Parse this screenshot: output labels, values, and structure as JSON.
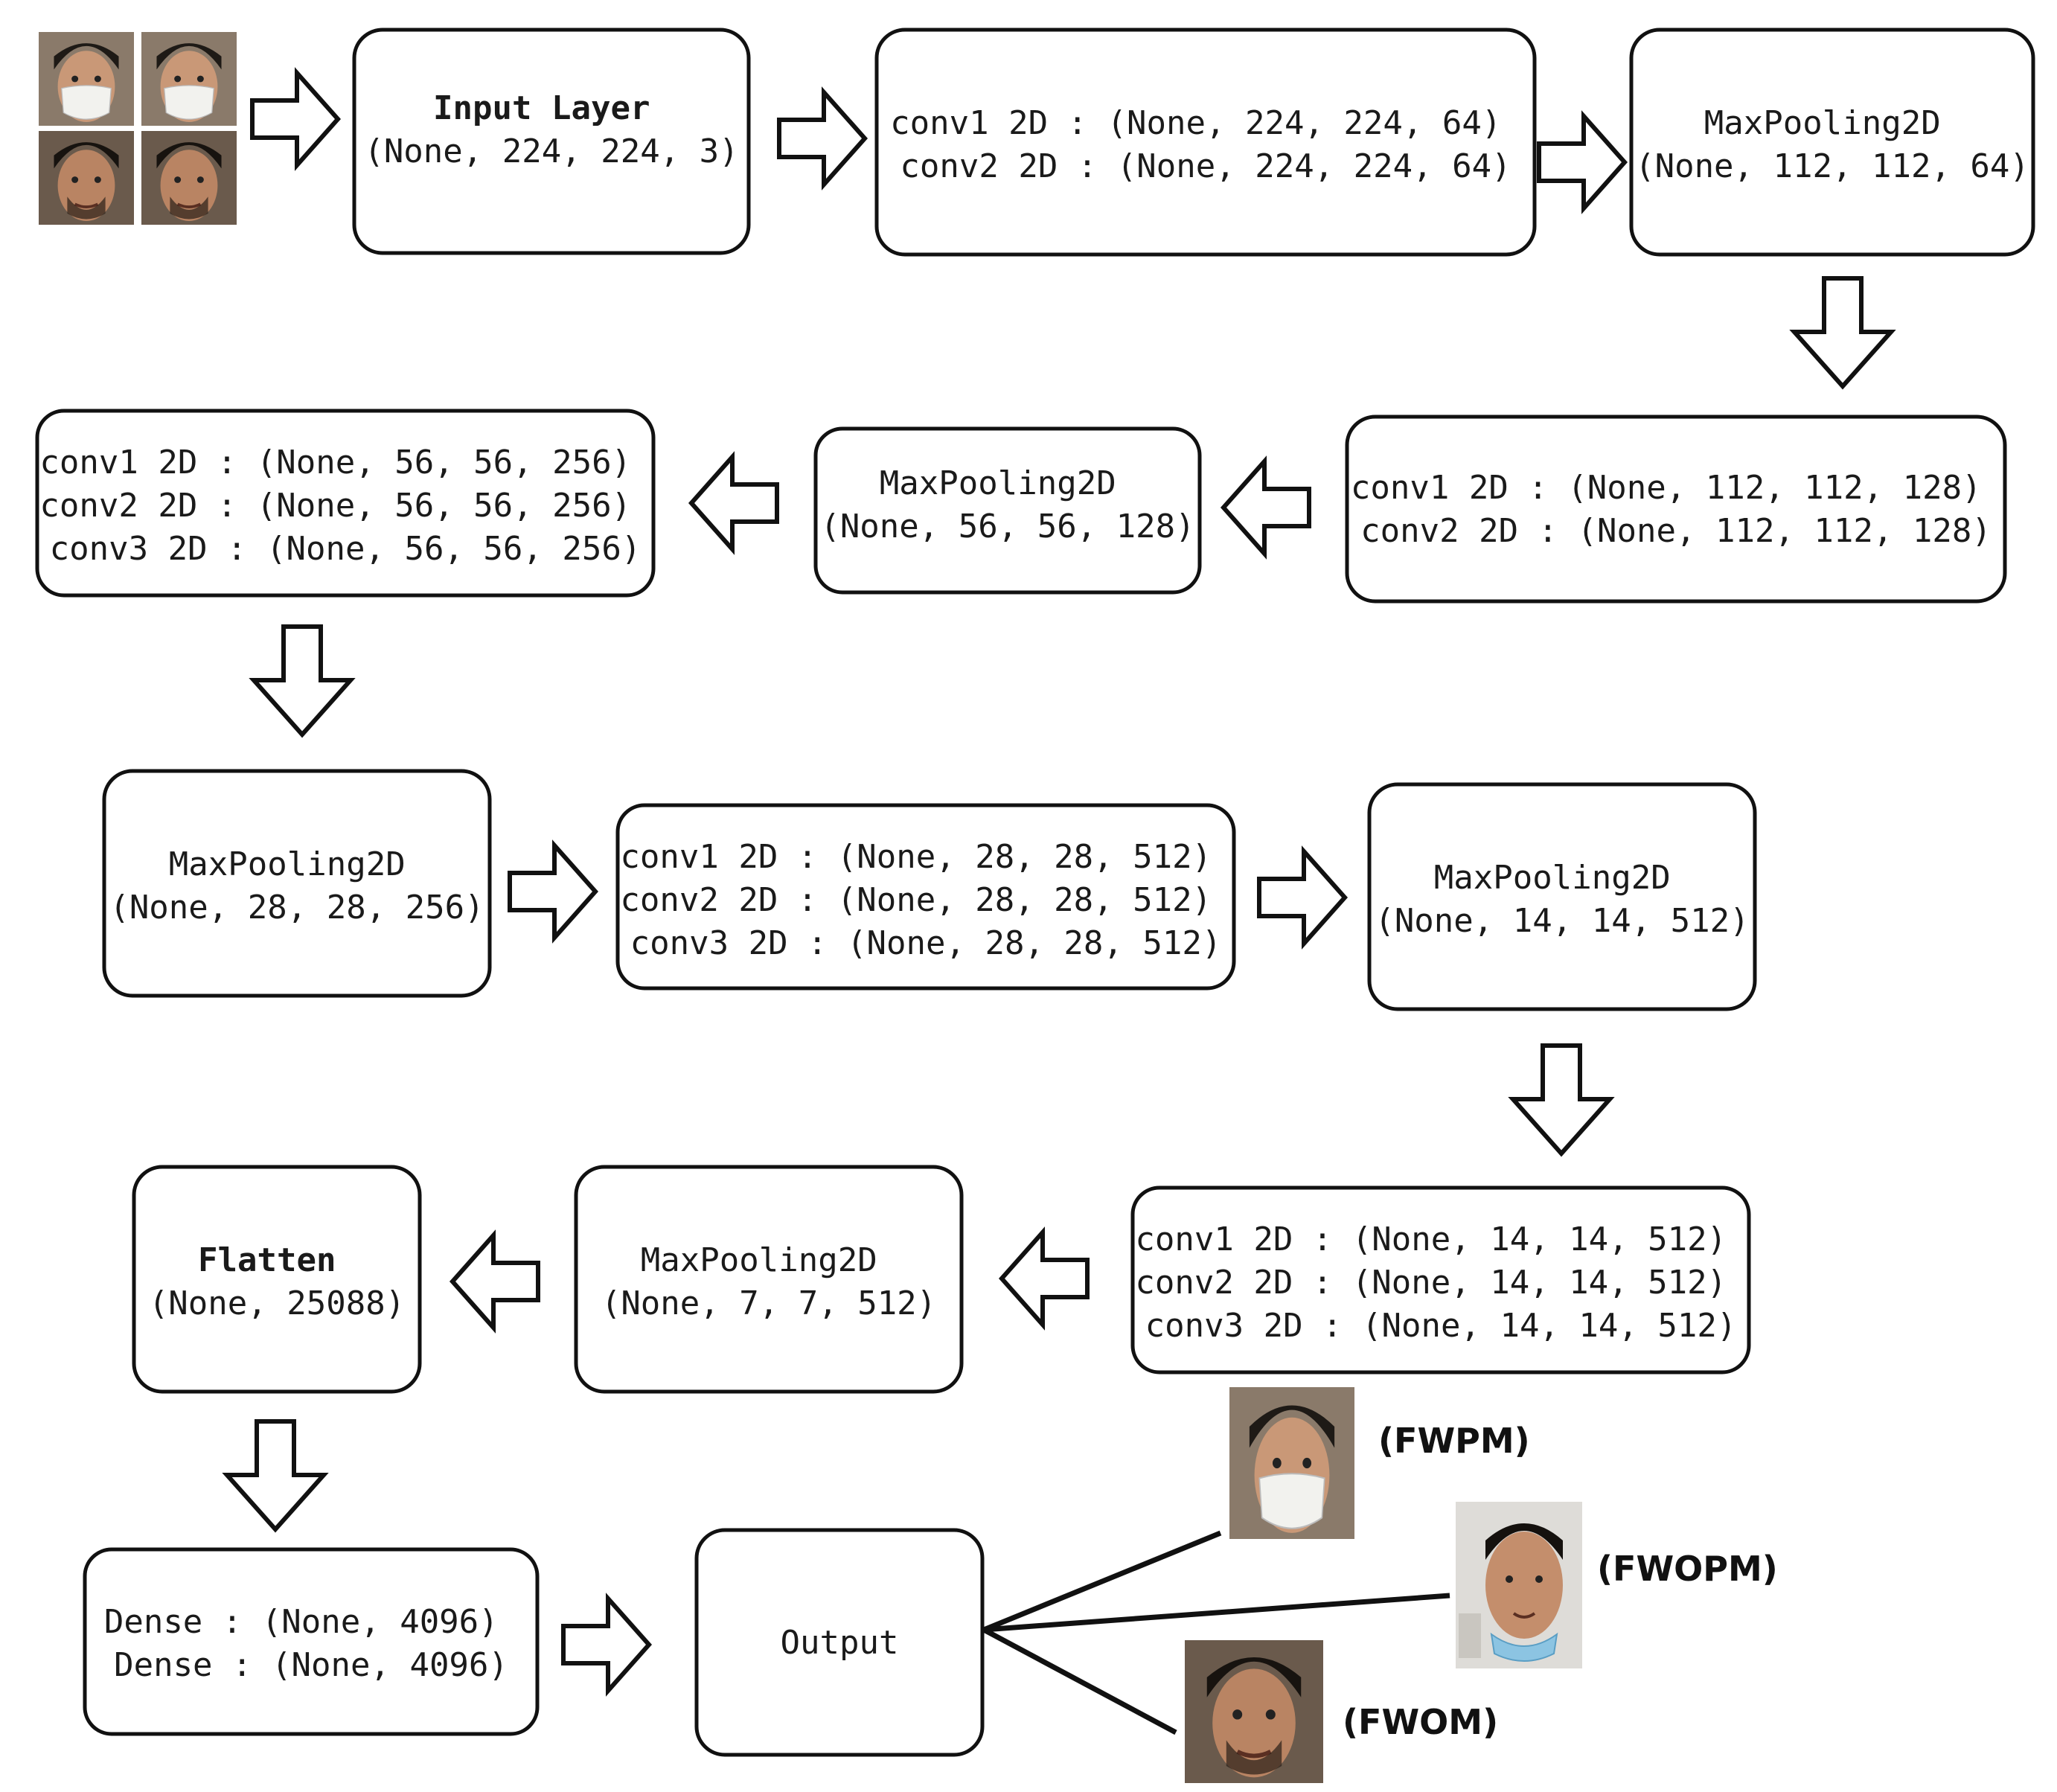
{
  "diagram": {
    "input_images_label": "face-thumbnails",
    "boxes": [
      {
        "lines": [
          "Input Layer",
          "(None, 224, 224, 3)"
        ]
      },
      {
        "lines": [
          "conv1 2D : (None, 224, 224, 64)",
          "conv2 2D : (None, 224, 224, 64)"
        ]
      },
      {
        "lines": [
          "MaxPooling2D",
          "(None, 112, 112, 64)"
        ]
      },
      {
        "lines": [
          "conv1 2D : (None, 112, 112, 128)",
          "conv2 2D : (None, 112, 112, 128)"
        ]
      },
      {
        "lines": [
          "MaxPooling2D",
          "(None, 56, 56, 128)"
        ]
      },
      {
        "lines": [
          "conv1 2D : (None, 56, 56, 256)",
          "conv2 2D : (None, 56, 56, 256)",
          "conv3 2D : (None, 56, 56, 256)"
        ]
      },
      {
        "lines": [
          "MaxPooling2D",
          "(None, 28, 28, 256)"
        ]
      },
      {
        "lines": [
          "conv1 2D : (None, 28, 28, 512)",
          "conv2 2D : (None, 28, 28, 512)",
          "conv3 2D : (None, 28, 28, 512)"
        ]
      },
      {
        "lines": [
          "MaxPooling2D",
          "(None, 14, 14, 512)"
        ]
      },
      {
        "lines": [
          "conv1 2D : (None, 14, 14, 512)",
          "conv2 2D : (None, 14, 14, 512)",
          "conv3 2D : (None, 14, 14, 512)"
        ]
      },
      {
        "lines": [
          "MaxPooling2D",
          "(None, 7, 7, 512)"
        ]
      },
      {
        "lines": [
          "Flatten",
          "(None, 25088)"
        ]
      },
      {
        "lines": [
          "Dense : (None, 4096)",
          "Dense : (None, 4096)"
        ]
      },
      {
        "lines": [
          "Output"
        ]
      }
    ],
    "classes": [
      {
        "label": "(FWPM)"
      },
      {
        "label": "(FWOPM)"
      },
      {
        "label": "(FWOM)"
      }
    ],
    "colors": {
      "stroke": "#111111",
      "background": "#ffffff"
    }
  }
}
